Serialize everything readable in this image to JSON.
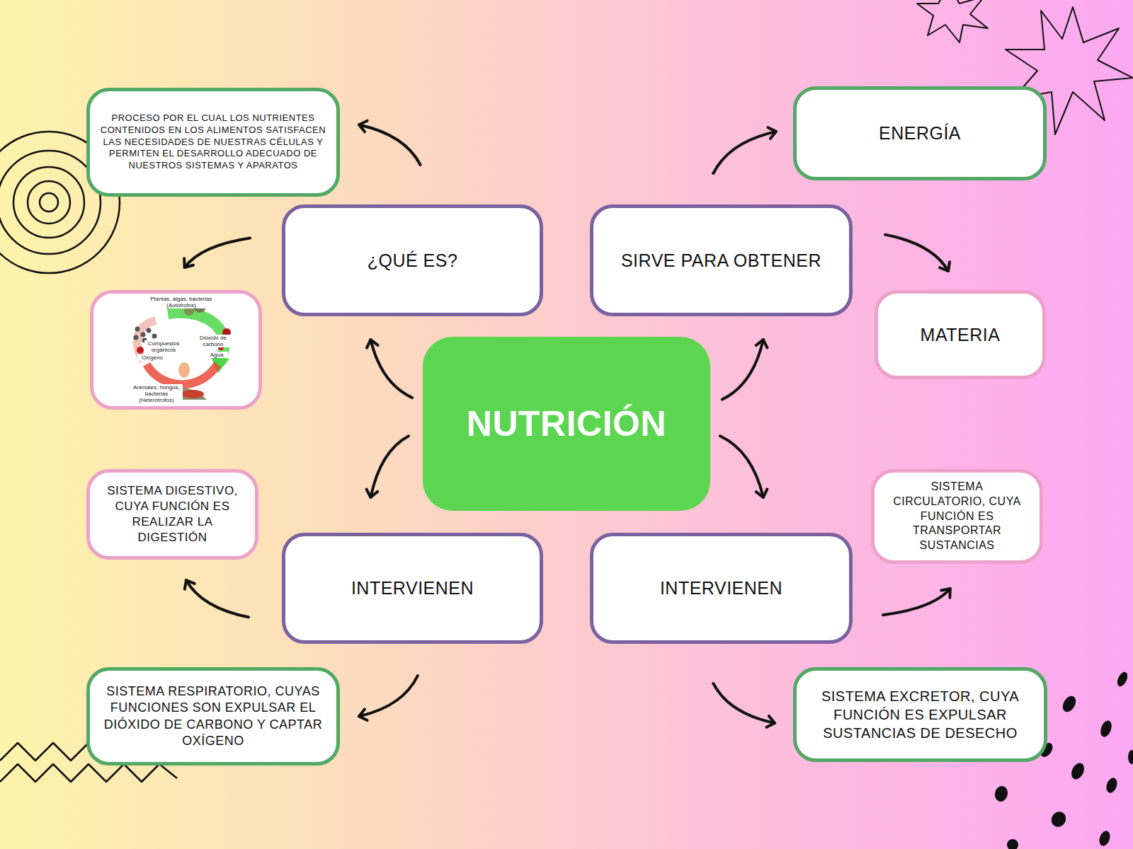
{
  "diagram": {
    "nodes": [
      {
        "text": [
          "PROCESO POR EL CUAL LOS NUTRIENTES CONTENIDOS EN LOS ALIMENTOS SATISFACEN LAS NECESIDADES DE NUESTRAS CÉLULAS Y PERMITEN EL DESARROLLO ADECUADO DE NUESTROS SISTEMAS Y APARATOS"
        ]
      },
      {
        "text": [
          "ENERGÍA"
        ]
      },
      {
        "text": [
          "¿QUÉ ES?"
        ]
      },
      {
        "text": [
          "SIRVE PARA OBTENER"
        ]
      },
      {
        "text": [
          "Plantas, algas, bacterias (Autótrofos)",
          "Compuestos orgánicos",
          "Dióxido de carbono",
          "Oxígeno",
          "Agua",
          "Animales, hongos, bacterias (Heterótrofos)"
        ]
      },
      {
        "text": [
          "MATERIA"
        ]
      },
      {
        "text": [
          "NUTRICIÓN"
        ]
      },
      {
        "text": [
          "SISTEMA DIGESTIVO, CUYA FUNCIÓN ES REALIZAR LA DIGESTIÓN"
        ]
      },
      {
        "text": [
          "SISTEMA CIRCULATORIO, CUYA FUNCIÓN ES TRANSPORTAR SUSTANCIAS"
        ]
      },
      {
        "text": [
          "INTERVIENEN"
        ]
      },
      {
        "text": [
          "INTERVIENEN"
        ]
      },
      {
        "text": [
          "SISTEMA RESPIRATORIO, CUYAS FUNCIONES SON EXPULSAR EL DIÓXIDO DE CARBONO Y CAPTAR OXÍGENO"
        ]
      },
      {
        "text": [
          "SISTEMA EXCRETOR, CUYA FUNCIÓN ES EXPULSAR SUSTANCIAS DE DESECHO"
        ]
      }
    ],
    "edges": [
      {
        "from": 6,
        "to": 2,
        "arrow": "to"
      },
      {
        "from": 6,
        "to": 3,
        "arrow": "to"
      },
      {
        "from": 6,
        "to": 9,
        "arrow": "to"
      },
      {
        "from": 6,
        "to": 10,
        "arrow": "to"
      },
      {
        "from": 2,
        "to": 0,
        "arrow": "to"
      },
      {
        "from": 2,
        "to": 4,
        "arrow": "to"
      },
      {
        "from": 3,
        "to": 1,
        "arrow": "to"
      },
      {
        "from": 3,
        "to": 5,
        "arrow": "to"
      },
      {
        "from": 9,
        "to": 7,
        "arrow": "to"
      },
      {
        "from": 9,
        "to": 11,
        "arrow": "to"
      },
      {
        "from": 10,
        "to": 8,
        "arrow": "to"
      },
      {
        "from": 10,
        "to": 12,
        "arrow": "to"
      }
    ]
  }
}
